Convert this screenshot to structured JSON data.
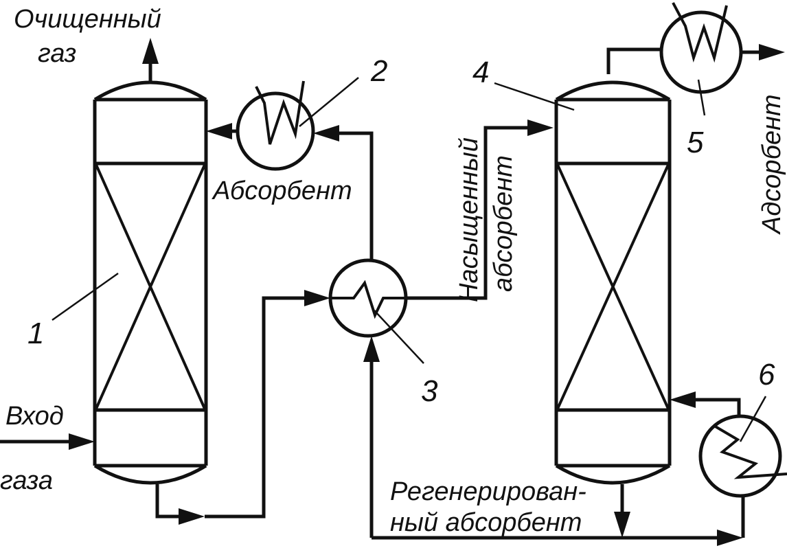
{
  "labels": {
    "clean_gas_line1": "Очищенный",
    "clean_gas_line2": "газ",
    "gas_inlet_line1": "Вход",
    "gas_inlet_line2": "газа",
    "absorbent_left": "Абсорбент",
    "saturated_line1": "Насыщенный",
    "saturated_line2": "абсорбент",
    "adsorbent_right": "Адсорбент",
    "regenerated_line1": "Регенерирован-",
    "regenerated_line2": "ный абсорбент"
  },
  "numbers": {
    "n1": "1",
    "n2": "2",
    "n3": "3",
    "n4": "4",
    "n5": "5",
    "n6": "6"
  }
}
